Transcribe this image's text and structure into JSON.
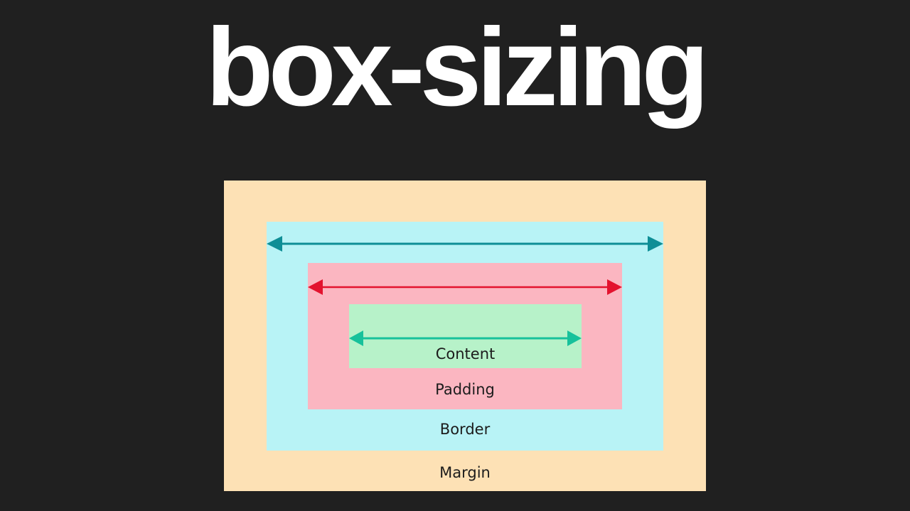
{
  "title": "box-sizing",
  "colors": {
    "background": "#202020",
    "title": "#ffffff",
    "margin_fill": "#fde1b5",
    "border_fill": "#b8f3f6",
    "padding_fill": "#fbb6c1",
    "content_fill": "#b7f2c9",
    "border_arrow": "#0e8e96",
    "padding_arrow": "#e3132f",
    "content_arrow": "#17c19b",
    "label_text": "#1c1c1c"
  },
  "boxes": {
    "margin": {
      "label": "Margin"
    },
    "border": {
      "label": "Border",
      "arrow_icon": "double-headed-arrow"
    },
    "padding": {
      "label": "Padding",
      "arrow_icon": "double-headed-arrow"
    },
    "content": {
      "label": "Content",
      "arrow_icon": "double-headed-arrow"
    }
  }
}
